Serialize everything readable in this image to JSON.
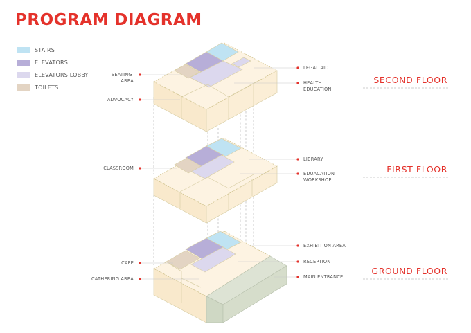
{
  "title": "PROGRAM DIAGRAM",
  "legend": [
    {
      "label": "STAIRS",
      "color": "#bfe3f3"
    },
    {
      "label": "ELEVATORS",
      "color": "#b7aed8"
    },
    {
      "label": "ELEVATORS LOBBY",
      "color": "#dcd8ee"
    },
    {
      "label": "TOILETS",
      "color": "#e3d4c3"
    }
  ],
  "colors": {
    "accent": "#e4322b",
    "program": "#fcefd8",
    "entrance": "#dde3d4",
    "outline": "#cfcaa6"
  },
  "floors": {
    "second": {
      "name": "SECOND FLOOR"
    },
    "first": {
      "name": "FIRST FLOOR"
    },
    "ground": {
      "name": "GROUND FLOOR"
    }
  },
  "labels": {
    "seating_area": [
      "SEATING",
      "AREA"
    ],
    "advocacy": "ADVOCACY",
    "legal_aid": "LEGAL AID",
    "health_education": [
      "HEALTH",
      "EDUCATION"
    ],
    "classroom": "CLASSROOM",
    "library": "LIBRARY",
    "education_workshop": [
      "EDUACATION",
      "WORKSHOP"
    ],
    "cafe": "CAFE",
    "cathering_area": "CATHERING AREA",
    "exhibition_area": "EXHIBITION AREA",
    "reception": "RECEPTION",
    "main_entrance": "MAIN ENTRANCE"
  }
}
